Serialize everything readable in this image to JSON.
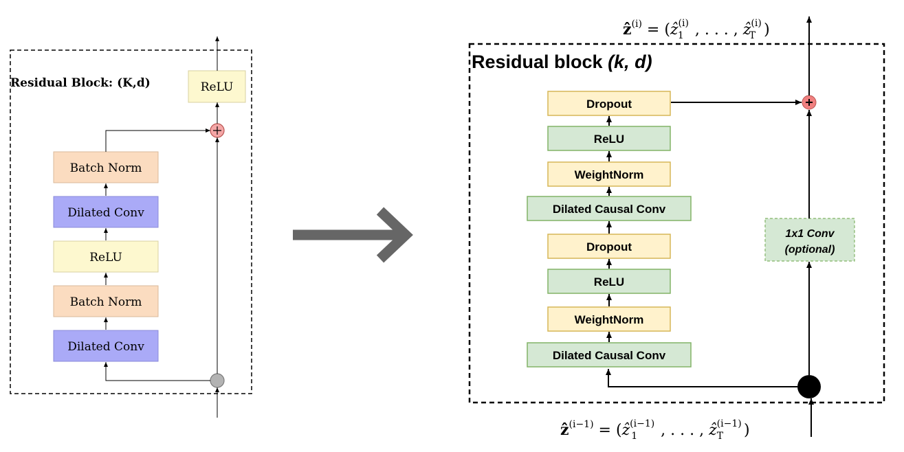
{
  "left_block": {
    "title": "Residual Block:  (K,d)",
    "top_label": "ReLU",
    "layers": [
      "Batch Norm",
      "Dilated Conv",
      "ReLU",
      "Batch Norm",
      "Dilated Conv"
    ]
  },
  "right_block": {
    "title_plain": "Residual block ",
    "title_italic": "(k, d)",
    "layers": [
      "Dropout",
      "ReLU",
      "WeightNorm",
      "Dilated Causal Conv",
      "Dropout",
      "ReLU",
      "WeightNorm",
      "Dilated Causal Conv"
    ],
    "skip_label_line1": "1x1 Conv",
    "skip_label_line2": "(optional)",
    "output_formula": {
      "lhs": "ẑ",
      "lhs_sup": "(i)",
      "eq": " = (",
      "z1": "ẑ",
      "z1_sub": "1",
      "z1_sup": "(i)",
      "dots": ", . . . , ",
      "zT": "ẑ",
      "zT_sub": "T",
      "zT_sup": "(i)",
      "close": ")"
    },
    "input_formula": {
      "lhs": "ẑ",
      "lhs_sup": "(i−1)",
      "eq": " = (",
      "z1": "ẑ",
      "z1_sub": "1",
      "z1_sup": "(i−1)",
      "dots": ", . . . , ",
      "zT": "ẑ",
      "zT_sub": "T",
      "zT_sup": "(i−1)",
      "close": ")"
    }
  },
  "colors": {
    "batch_norm_fill": "#fbdcc0",
    "batch_norm_stroke": "#d9b89a",
    "dilated_conv_fill": "#aaaaf7",
    "dilated_conv_stroke": "#8a8ad8",
    "relu_left_fill": "#fdf8cf",
    "relu_left_stroke": "#d8d0a0",
    "green_fill": "#d5e8d4",
    "green_stroke": "#82b366",
    "yellow_fill": "#fff2cc",
    "yellow_stroke": "#d6b656",
    "plus_fill": "#f4a6a6",
    "plus_stroke": "#b85450",
    "big_arrow": "#666666"
  }
}
